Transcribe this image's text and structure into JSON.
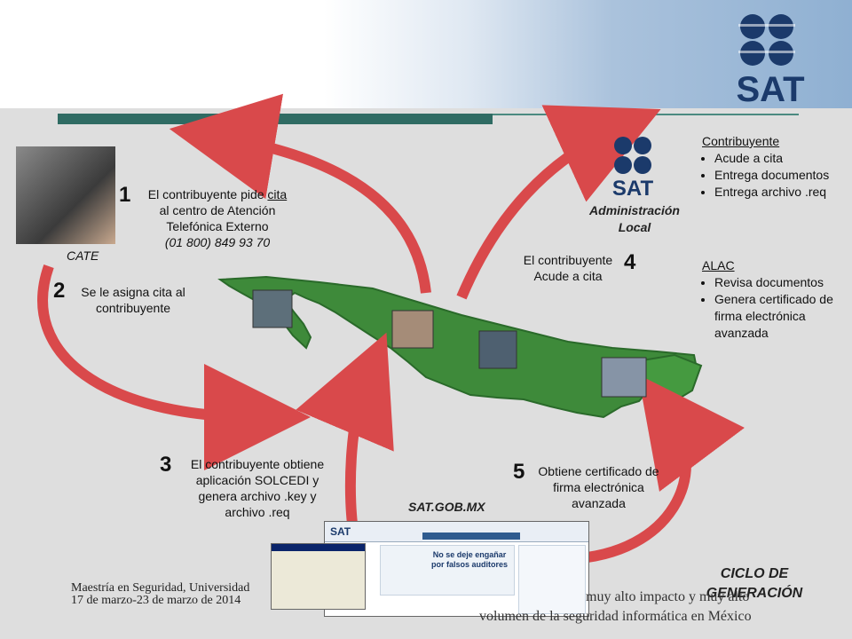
{
  "header": {
    "logo_text": "SAT"
  },
  "cate": {
    "label": "CATE"
  },
  "step1": {
    "number": "1",
    "line1_pre": "El contribuyente pide ",
    "line1_link": "cita",
    "line2": "al centro de Atención",
    "line3": "Telefónica Externo",
    "line4": "(01 800) 849 93 70"
  },
  "step2": {
    "number": "2",
    "line1": "Se le asigna cita al",
    "line2": "contribuyente"
  },
  "step3": {
    "number": "3",
    "line1": "El contribuyente obtiene",
    "line2": "aplicación SOLCEDI y",
    "line3": "genera archivo .key y",
    "line4": "archivo .req"
  },
  "step4": {
    "number": "4",
    "line1": "El contribuyente",
    "line2": "Acude a cita"
  },
  "step5": {
    "number": "5",
    "line1": "Obtiene certificado de",
    "line2": "firma electrónica",
    "line3": "avanzada"
  },
  "admin": {
    "logo_text": "SAT",
    "line1": "Administración",
    "line2": "Local"
  },
  "contribuyente_box": {
    "title": "Contribuyente",
    "items": [
      "Acude a cita",
      "Entrega documentos",
      "Entrega archivo .req"
    ]
  },
  "alac_box": {
    "title": "ALAC",
    "items": [
      "Revisa documentos",
      "Genera certificado de firma electrónica avanzada"
    ]
  },
  "website": {
    "label": "SAT.GOB.MX",
    "banner_text": "No se deje engañar por falsos auditores",
    "logo_text": "SAT"
  },
  "cycle": {
    "line1": "CICLO DE",
    "line2": "GENERACIÓN"
  },
  "footer": {
    "left_line1": "Maestría en Seguridad, Universidad",
    "left_line2": "17 de marzo-23  de marzo  de 2014",
    "right_line1": "muy alto impacto y muy alto",
    "right_line2": "volumen de la seguridad informática en México"
  },
  "colors": {
    "arrow": "#d9494b",
    "map": "#3e8a3a",
    "rule": "#2f6b63",
    "sat_blue": "#1b3a6b"
  }
}
